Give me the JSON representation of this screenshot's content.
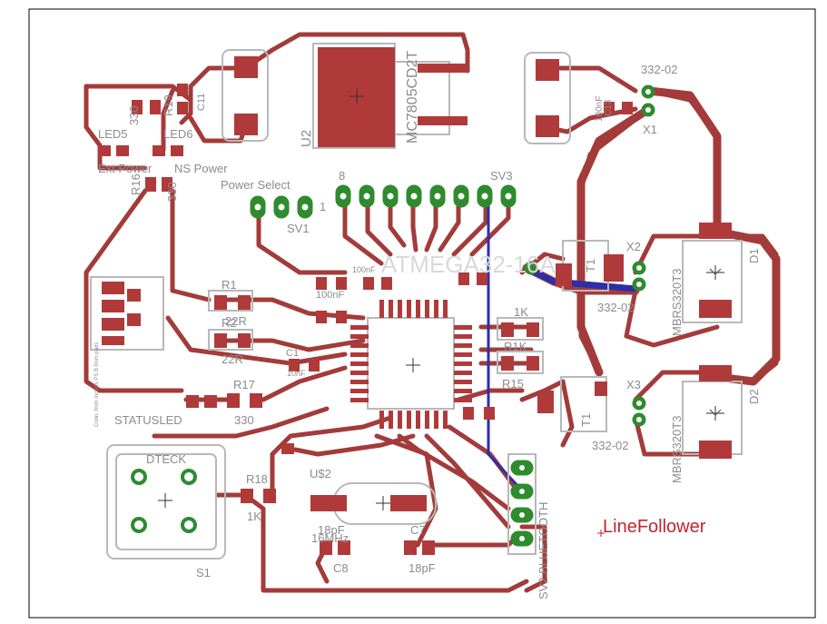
{
  "board": {
    "colors": {
      "copper": "#a33b3b",
      "pad_red": "#b03a3a",
      "pad_green": "#2e8b2e",
      "bottom_trace": "#2e2ea8",
      "silk": "#b8b8b8",
      "label": "#8c8c8c",
      "title": "#c0272d",
      "outline": "#000000"
    },
    "labels": {
      "regulator_part": "MC7805CD2T",
      "regulator_ref": "U2",
      "mcu_part": "ATMEGA32-16A",
      "header_top_name": "332-02",
      "header_top_ref": "X1",
      "header_mid_name": "332-02",
      "header_mid_ref": "X2",
      "header_bot_name": "332-02",
      "header_bot_ref": "X3",
      "diode1_part": "MBRS320T3",
      "diode1_ref": "D1",
      "diode2_part": "MBRS320T3",
      "diode2_ref": "D2",
      "power_select": "Power Select",
      "sv1": "SV1",
      "sv1_pin1": "1",
      "sv3_ref": "SV3",
      "sv3_pin": "8",
      "ext_power": "Ext Power",
      "ns_power": "NS Power",
      "led5": "LED5",
      "led6": "LED6",
      "r330a": "330",
      "r330b": "330",
      "r19": "R19",
      "r16": "R16",
      "c11": "C11",
      "c13": "C13",
      "c100nf_top": "100nF",
      "c100nf_a": "100nF",
      "c100nf_b": "100nF",
      "r1": "R1",
      "r2": "R2",
      "r22": "22R",
      "r22b": "22R",
      "c1": "C1",
      "c10nf": "10nF",
      "r17": "R17",
      "statusled": "STATUSLED",
      "r17val": "330",
      "dteck": "DTECK",
      "s1": "S1",
      "r18": "R18",
      "r18val": "1K",
      "u1": "U$2",
      "crystal_freq": "16MHz",
      "c18": "18pF",
      "c8": "C8",
      "c7": "C7",
      "c18b": "18pF",
      "k1": "1K",
      "r15": "R15",
      "r1k": "R1K",
      "svbt": "SV2 BLUETOOTH",
      "t1": "T1",
      "t2": "T1",
      "tiny_note": "Conn. from inclass PS B from pads",
      "title": "LineFollower"
    }
  }
}
